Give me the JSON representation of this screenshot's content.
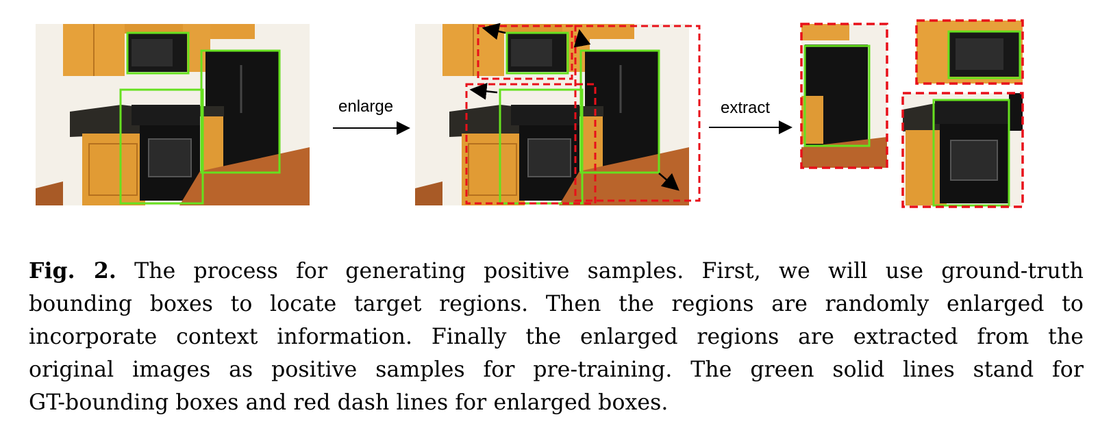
{
  "figure": {
    "arrow1_label": "enlarge",
    "arrow2_label": "extract",
    "colors": {
      "gt_box": "#66e01f",
      "enlarged_box": "#e8101a",
      "wall": "#f3efe7",
      "cabinet": "#e7a33c",
      "floor": "#b8632a",
      "appliance": "#151515",
      "countertop": "#2e2b26"
    }
  },
  "caption": {
    "label": "Fig. 2.",
    "lines": [
      "The process for generating positive samples. First, we will use ground-truth",
      "bounding boxes to locate target regions. Then the regions are randomly enlarged to",
      "incorporate context information. Finally the enlarged regions are extracted from the",
      "original images as positive samples for pre-training. The green solid lines stand for",
      "GT-bounding boxes and red dash lines for enlarged boxes."
    ]
  }
}
